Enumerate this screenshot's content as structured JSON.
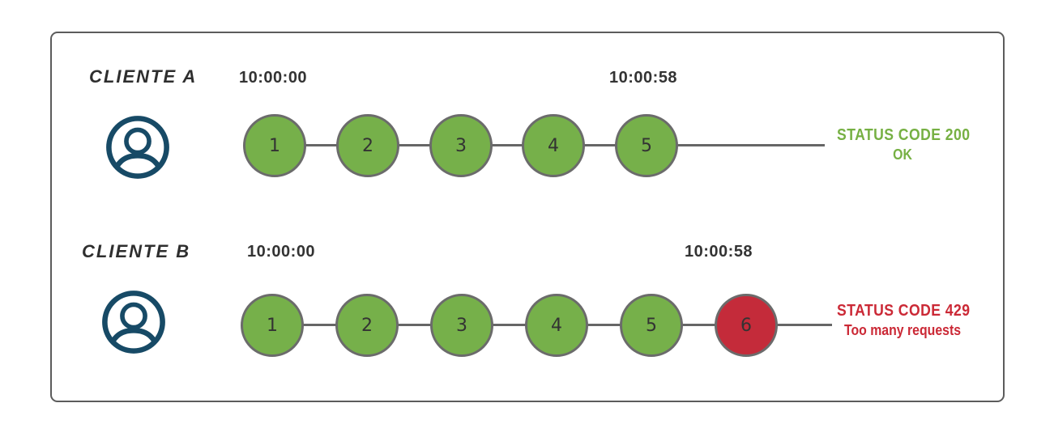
{
  "colors": {
    "success_green": "#76b04a",
    "error_red": "#c42b3a",
    "status_green_text": "#76b043",
    "status_red_text": "#cb2936",
    "circle_border_gray": "#6b6b6b",
    "timeline_gray": "#666666",
    "icon_navy": "#174a66",
    "frame_border": "#5c5c5c",
    "text_dark": "#333333"
  },
  "rows": [
    {
      "client_label": "CLIENTE A",
      "time_start": "10:00:00",
      "time_end": "10:00:58",
      "requests": [
        "1",
        "2",
        "3",
        "4",
        "5"
      ],
      "status_code": "STATUS CODE 200",
      "status_message": "OK"
    },
    {
      "client_label": "CLIENTE B",
      "time_start": "10:00:00",
      "time_end": "10:00:58",
      "requests": [
        "1",
        "2",
        "3",
        "4",
        "5",
        "6"
      ],
      "status_code": "STATUS CODE 429",
      "status_message": "Too many requests"
    }
  ]
}
